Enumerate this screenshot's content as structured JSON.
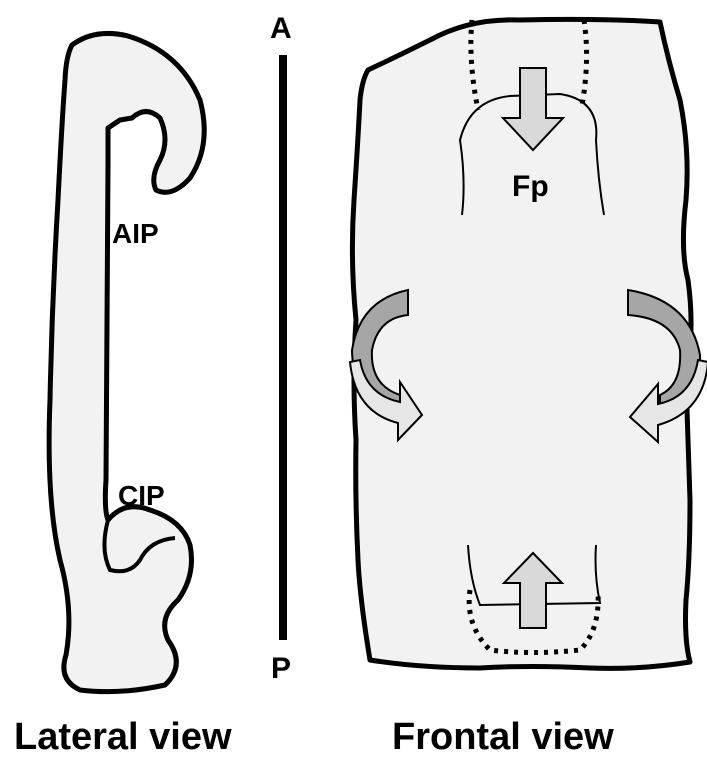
{
  "captions": {
    "lateral": "Lateral view",
    "frontal": "Frontal view"
  },
  "axis": {
    "anterior": "A",
    "posterior": "P"
  },
  "lateral_labels": {
    "aip": "AIP",
    "cip": "CIP"
  },
  "frontal_labels": {
    "fp": "Fp"
  },
  "colors": {
    "fill": "#f2f2f2",
    "outline": "#000000",
    "arrow_fill": "#d9d9d9",
    "arrow_dark": "#a6a6a6"
  }
}
